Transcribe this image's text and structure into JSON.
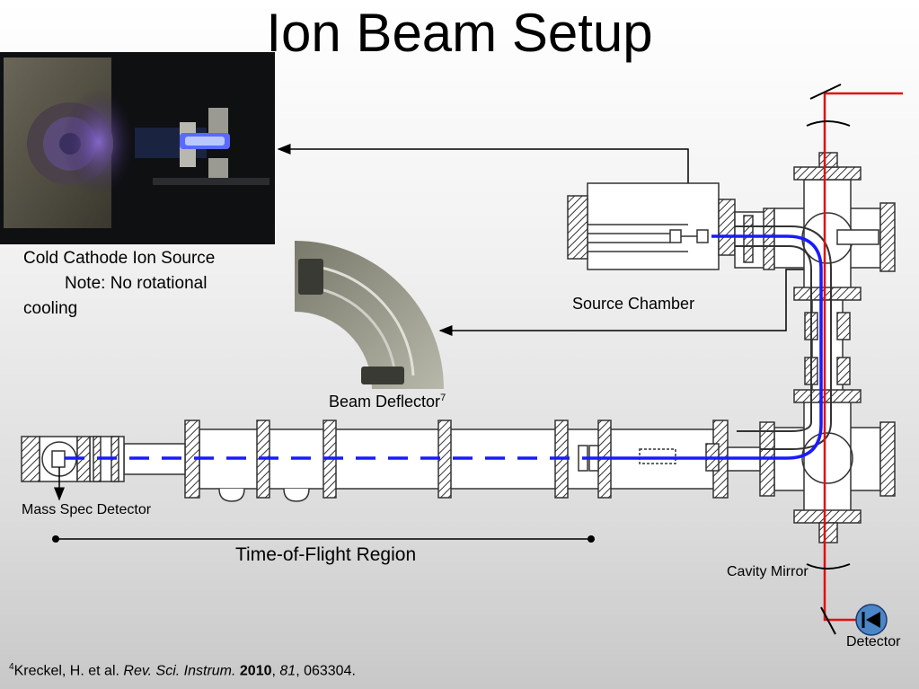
{
  "slide": {
    "title": "Ion Beam Setup"
  },
  "labels": {
    "ion_source_line1": "Cold Cathode Ion Source",
    "ion_source_line2": "Note:  No rotational",
    "ion_source_line3": "cooling",
    "source_chamber": "Source Chamber",
    "beam_deflector": "Beam Deflector",
    "beam_deflector_ref": "7",
    "mass_spec_detector": "Mass Spec Detector",
    "tof_region": "Time-of-Flight Region",
    "cavity_mirror": "Cavity Mirror",
    "detector": "Detector"
  },
  "citation": {
    "ref_num": "4",
    "authors": "Kreckel, H. et al. ",
    "journal": "Rev. Sci. Instrum.",
    "year": "2010",
    "sep1": ", ",
    "volume": "81",
    "pages": ", 063304."
  },
  "colors": {
    "ion_beam": "#1a1aff",
    "laser": "#e01010",
    "detector_fill": "#4a86c8",
    "hardware_stroke": "#333333"
  }
}
